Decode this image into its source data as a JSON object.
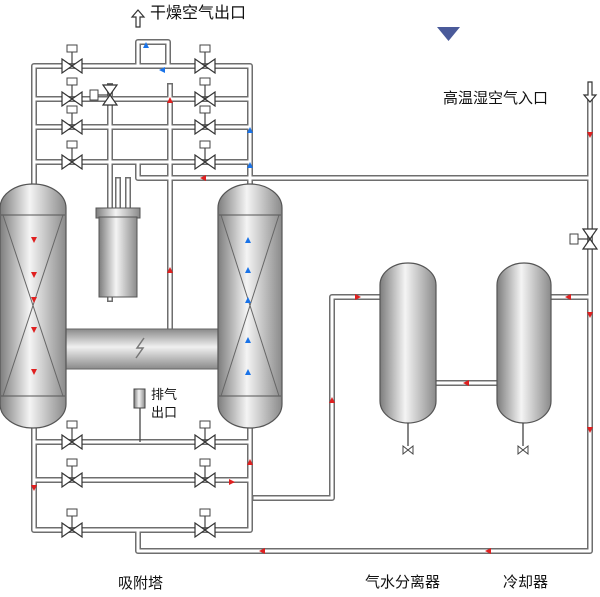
{
  "labels": {
    "dry_air_outlet": "干燥空气出口",
    "humid_air_inlet": "高温湿空气入口",
    "exhaust_line1": "排气",
    "exhaust_line2": "出口",
    "adsorption_tower": "吸附塔",
    "separator": "气水分离器",
    "cooler": "冷却器"
  },
  "icons": {
    "outlet_arrow": "arrow-up-icon",
    "inlet_arrow": "arrow-down-icon",
    "top_marker": "triangle-down-icon",
    "heater": "lightning-icon"
  },
  "colors": {
    "flow_red": "#e02020",
    "flow_blue": "#1a73e8",
    "marker": "#4a5a9a",
    "pipe": "#6e6e6e"
  }
}
